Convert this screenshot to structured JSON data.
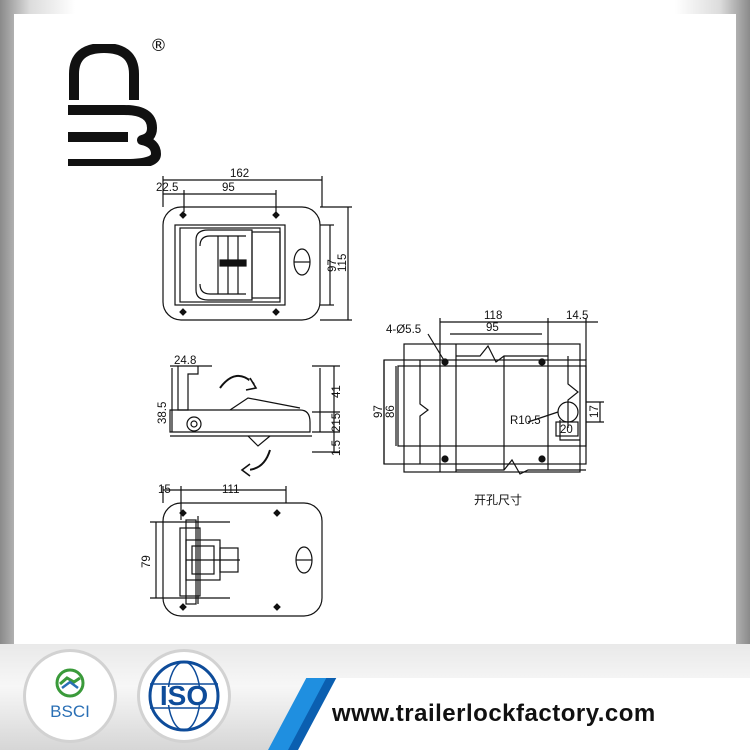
{
  "brand": {
    "registered_mark": "®",
    "logo_icon": "lock-b-logo-icon"
  },
  "drawing": {
    "top_view": {
      "width_total": "162",
      "offset_left": "22.5",
      "hole_spacing": "95",
      "height_inner": "97",
      "height_total": "115"
    },
    "side_view": {
      "top_width": "24.8",
      "height_left": "38.5",
      "height_right": "41",
      "dim_215": "215",
      "dim_15": "1.5"
    },
    "bottom_view": {
      "offset_left": "15",
      "width": "111",
      "height": "79"
    },
    "cutout": {
      "width_total": "118",
      "hole_spacing": "95",
      "hole_label": "4-Ø5.5",
      "offset_right": "14.5",
      "height_total": "97",
      "height_inner": "86",
      "radius": "R10.5",
      "slot_width": "20",
      "slot_height": "17",
      "caption": "开孔尺寸"
    }
  },
  "footer": {
    "bsci_label": "BSCI",
    "iso_label": "ISO",
    "website": "www.trailerlockfactory.com"
  },
  "colors": {
    "accent_blue": "#1f8fe0",
    "accent_dark_blue": "#0b5fb0",
    "iso_blue": "#0e4c9a",
    "bsci_blue": "#2a6fb5",
    "bsci_green": "#3a9a3a"
  }
}
